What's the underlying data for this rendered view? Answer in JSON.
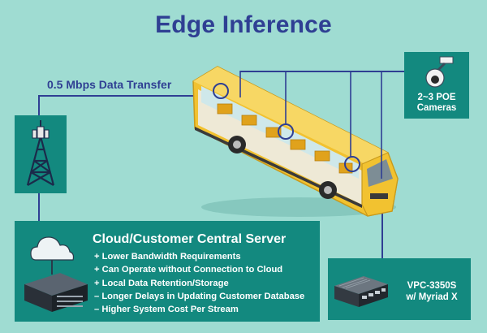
{
  "title": "Edge Inference",
  "transfer": {
    "label": "0.5 Mbps Data Transfer"
  },
  "cameras": {
    "line1": "2~3 POE",
    "line2": "Cameras"
  },
  "server": {
    "title": "Cloud/Customer Central Server",
    "items": [
      "+ Lower Bandwidth Requirements",
      "+ Can Operate without Connection to Cloud",
      "+ Local Data Retention/Storage",
      "– Longer Delays in Updating Customer Database",
      "– Higher System Cost Per Stream"
    ]
  },
  "vpc": {
    "line1": "VPC-3350S",
    "line2": "w/ Myriad X"
  },
  "colors": {
    "background": "#9fdcd2",
    "panel": "#13897f",
    "accent": "#2f3f93",
    "bus": "#f2c230"
  }
}
